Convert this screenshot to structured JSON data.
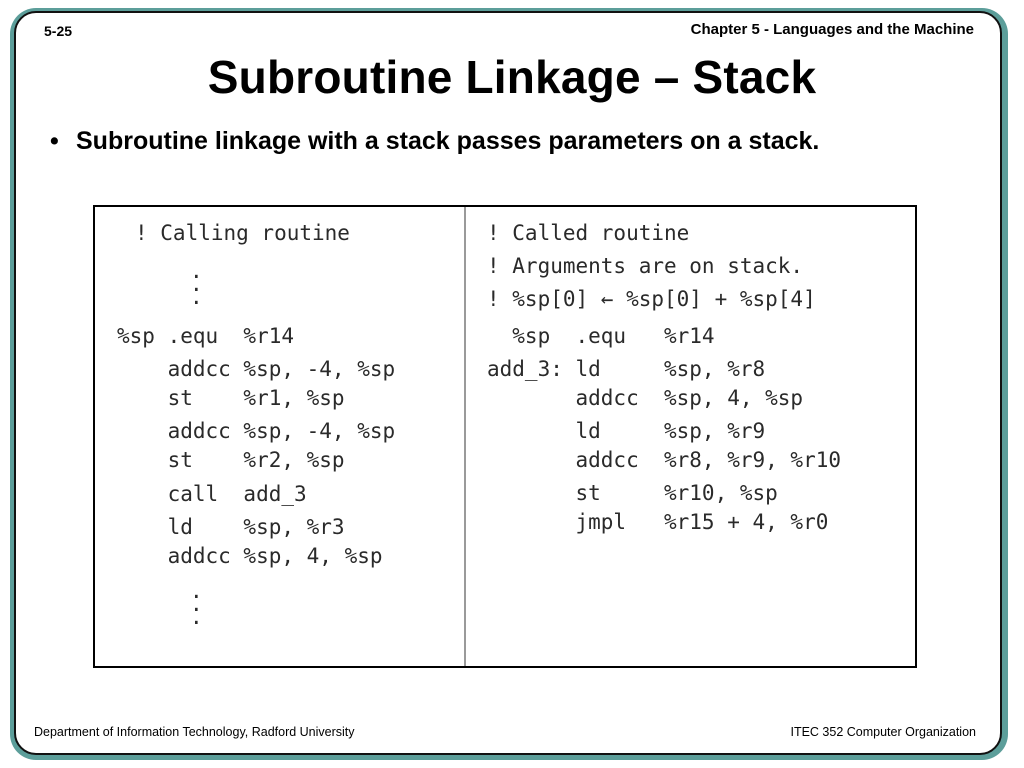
{
  "header": {
    "slide_number": "5-25",
    "chapter": "Chapter 5 - Languages and the Machine"
  },
  "title": "Subroutine Linkage – Stack",
  "bullet": {
    "symbol": "•",
    "text": "Subroutine linkage with a stack passes parameters on a stack."
  },
  "code": {
    "left": {
      "comment": "! Calling routine",
      "ellipsis_top": ".\n.\n.",
      "lines": [
        "%sp .equ  %r14",
        "    addcc %sp, -4, %sp",
        "    st    %r1, %sp",
        "    addcc %sp, -4, %sp",
        "    st    %r2, %sp",
        "    call  add_3",
        "    ld    %sp, %r3",
        "    addcc %sp, 4, %sp"
      ],
      "ellipsis_bottom": ".\n.\n."
    },
    "right": {
      "comments": [
        "! Called routine",
        "! Arguments are on stack.",
        "! %sp[0] ← %sp[0] + %sp[4]"
      ],
      "lines": [
        "  %sp  .equ   %r14",
        "add_3: ld     %sp, %r8",
        "       addcc  %sp, 4, %sp",
        "       ld     %sp, %r9",
        "       addcc  %r8, %r9, %r10",
        "       st     %r10, %sp",
        "       jmpl   %r15 + 4, %r0"
      ]
    }
  },
  "footer": {
    "left": "Department of Information Technology, Radford University",
    "right": "ITEC 352 Computer Organization"
  },
  "colors": {
    "frame_accent": "#5c9e9a",
    "divider": "#9a9a9a"
  }
}
